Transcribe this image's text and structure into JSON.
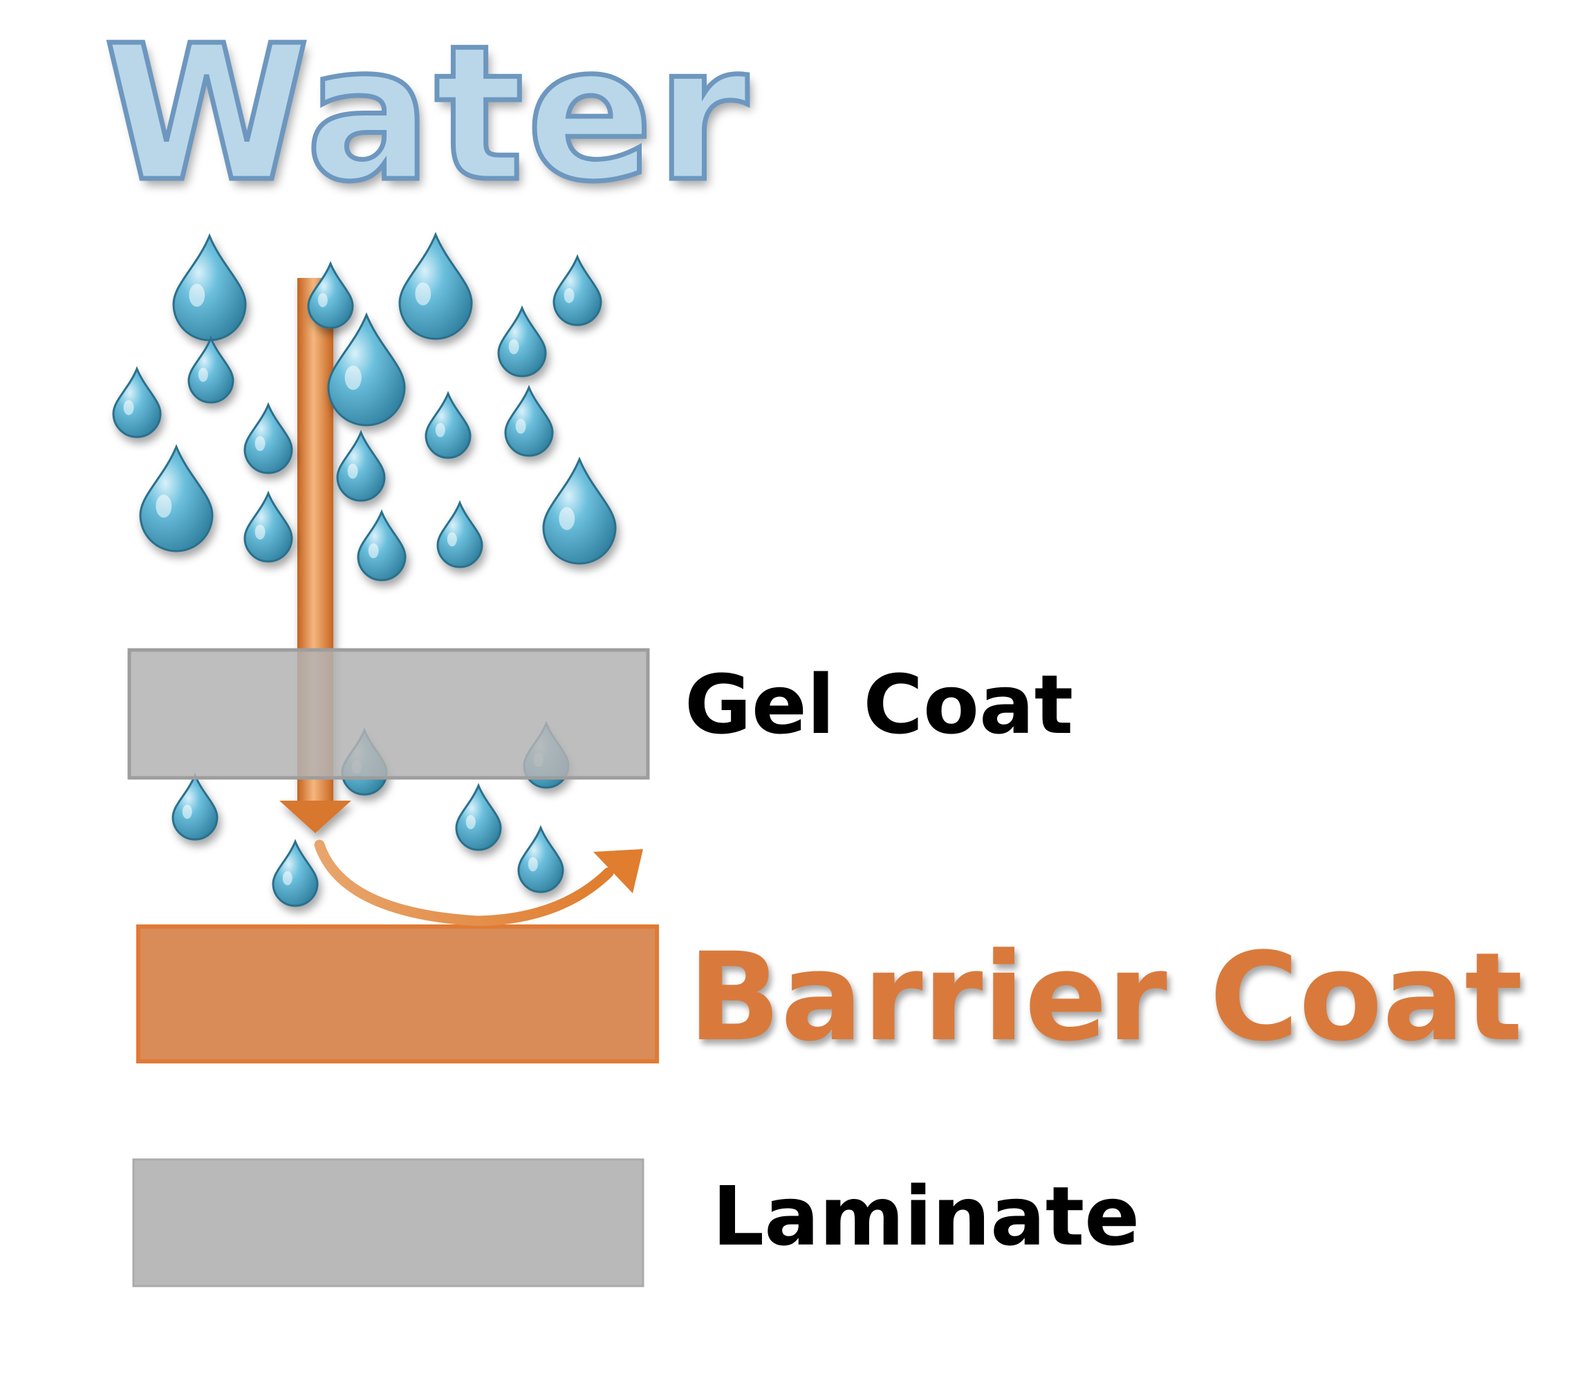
{
  "title": "Water",
  "layers": {
    "gel_coat": "Gel Coat",
    "barrier_coat": "Barrier Coat",
    "laminate": "Laminate"
  },
  "colors": {
    "water_text_fill": "#b9d7e9",
    "water_text_stroke": "#6d97bf",
    "droplet": "#4a9fc0",
    "arrow": "#e08b45",
    "gel_coat": "#bdbdbd",
    "barrier_coat": "#d98c58",
    "barrier_text": "#d97a3c",
    "laminate": "#b9b9b9"
  },
  "icons": [
    "water-droplet-icon",
    "down-arrow-icon",
    "deflect-arrow-icon"
  ]
}
